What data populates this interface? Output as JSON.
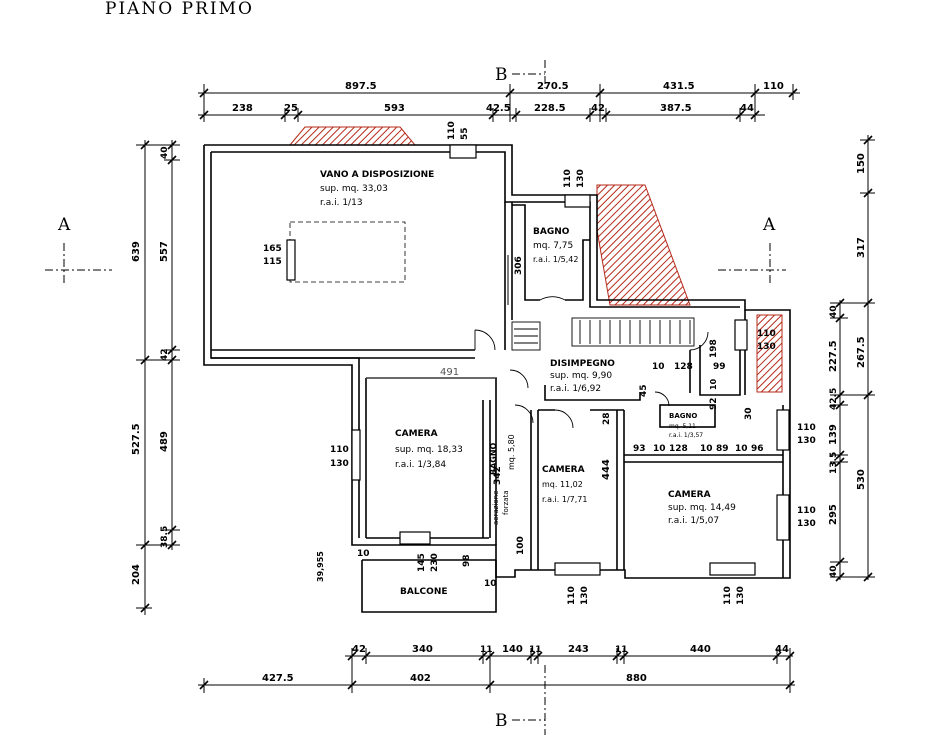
{
  "title": "PIANO PRIMO",
  "sections": {
    "a_left": "A",
    "a_right": "A",
    "b_top": "B",
    "b_bottom": "B"
  },
  "rooms": {
    "vano": {
      "name": "VANO A DISPOSIZIONE",
      "sup": "sup. mq. 33,03",
      "rai": "r.a.i. 1/13"
    },
    "bagno1": {
      "name": "BAGNO",
      "sup": "mq. 7,75",
      "rai": "r.a.i. 1/5,42"
    },
    "disimpegno": {
      "name": "DISIMPEGNO",
      "sup": "sup. mq. 9,90",
      "rai": "r.a.i. 1/6,92"
    },
    "camera1": {
      "name": "CAMERA",
      "sup": "sup. mq. 18,33",
      "rai": "r.a.i. 1/3,84"
    },
    "bagno2": {
      "name": "BAGNO",
      "sup": "mq. 5,80"
    },
    "aerazione": {
      "line1": "aerazione",
      "line2": "forzata"
    },
    "camera2": {
      "name": "CAMERA",
      "sup": "mq. 11,02",
      "rai": "r.a.i. 1/7,71"
    },
    "camera3": {
      "name": "CAMERA",
      "sup": "sup. mq. 14,49",
      "rai": "r.a.i. 1/5,07"
    },
    "bagno3": {
      "name": "BAGNO",
      "sup": "mq. 5,11",
      "rai": "r.a.i. 1/3,57"
    },
    "balcone": {
      "name": "BALCONE"
    }
  },
  "dims_top_row1": [
    "897.5",
    "270.5",
    "431.5",
    "110"
  ],
  "dims_top_row2": [
    "238",
    "25",
    "593",
    "42.5",
    "228.5",
    "42",
    "387.5",
    "44"
  ],
  "dims_left_outer": [
    "639",
    "527.5",
    "204"
  ],
  "dims_left_inner": [
    "40",
    "557",
    "42",
    "489",
    "38.5"
  ],
  "dims_right_outer": [
    "150",
    "317",
    "267.5",
    "530"
  ],
  "dims_right_inner": [
    "40",
    "227.5",
    "42.5",
    "139",
    "13.5",
    "295",
    "40"
  ],
  "dims_bottom_row1": [
    "42",
    "340",
    "11",
    "140",
    "11",
    "243",
    "11",
    "440",
    "44"
  ],
  "dims_bottom_row2": [
    "427.5",
    "402",
    "880"
  ],
  "window_labels": {
    "w_vano_top": [
      "110",
      "55"
    ],
    "w_vano_left": [
      "165",
      "115"
    ],
    "w_bagno1": [
      "110",
      "130"
    ],
    "w_right_top": [
      "110",
      "130"
    ],
    "w_camera1": [
      "110",
      "130"
    ],
    "w_balcone": [
      "145",
      "230"
    ],
    "w_camera2": [
      "110",
      "130"
    ],
    "w_camera3_bottom": [
      "110",
      "130"
    ],
    "w_camera3_right": [
      "110",
      "130"
    ],
    "w_right_mid": [
      "110",
      "130"
    ]
  },
  "inner_dims": {
    "d306": "306",
    "d491": "491",
    "d10a": "10",
    "d128a": "128",
    "d198": "198",
    "d99": "99",
    "d45": "45",
    "d92": "92",
    "d10b": "10",
    "d30": "30",
    "d342": "342",
    "d28": "28",
    "d444": "444",
    "d100": "100",
    "d93": "93",
    "d10c": "10",
    "d128b": "128",
    "d10d": "10",
    "d89": "89",
    "d10e": "10",
    "d96": "96",
    "d98": "98",
    "d10f": "10",
    "d10g": "10",
    "d3955": "39,955"
  },
  "colors": {
    "hatch": "#b52a1a",
    "lines": "#000000",
    "dim_grey": "#555555"
  }
}
